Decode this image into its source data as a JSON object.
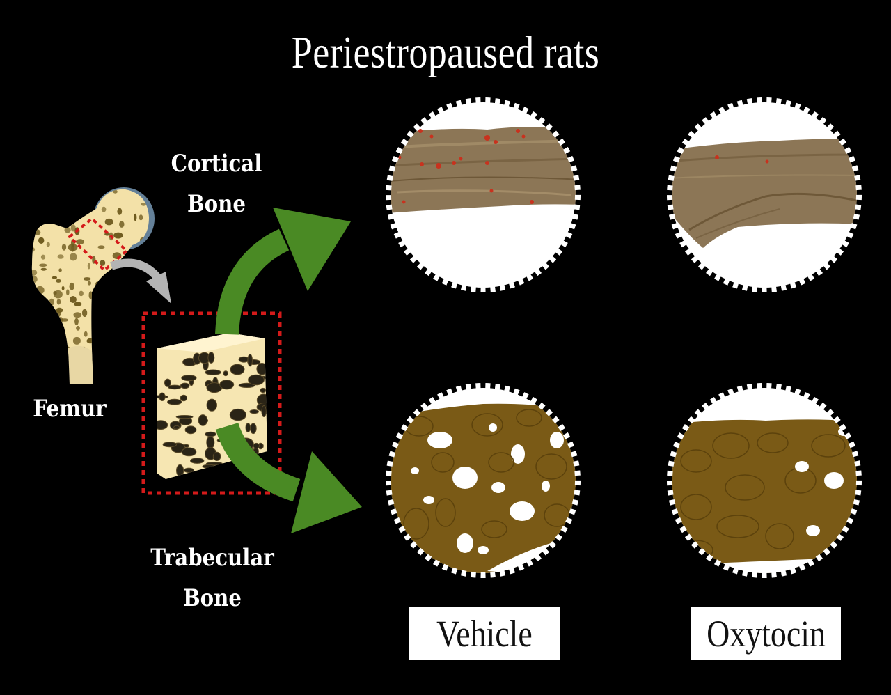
{
  "title": "Periestropaused rats",
  "labels": {
    "cortical_line1": "Cortical",
    "cortical_line2": "Bone",
    "femur": "Femur",
    "trabecular_line1": "Trabecular",
    "trabecular_line2": "Bone"
  },
  "groups": {
    "vehicle": "Vehicle",
    "oxytocin": "Oxytocin"
  },
  "colors": {
    "background": "#000000",
    "bone_fill": "#f3e1a8",
    "bone_pores": "#6e5a1e",
    "cortical_tissue": "#8c7656",
    "trabecular_tissue": "#7a5a16",
    "arrow_green": "#4a8a24",
    "arrow_gray": "#b4b4b4",
    "highlight_red": "#d41a1a",
    "resorption_red": "#c8321e"
  },
  "icons": {
    "femur": "femur-bone-icon",
    "bone_block": "bone-block-icon",
    "arrow_to_cortical": "green-arrow-icon",
    "arrow_to_trabecular": "green-arrow-icon",
    "arrow_to_block": "gray-arrow-icon"
  }
}
